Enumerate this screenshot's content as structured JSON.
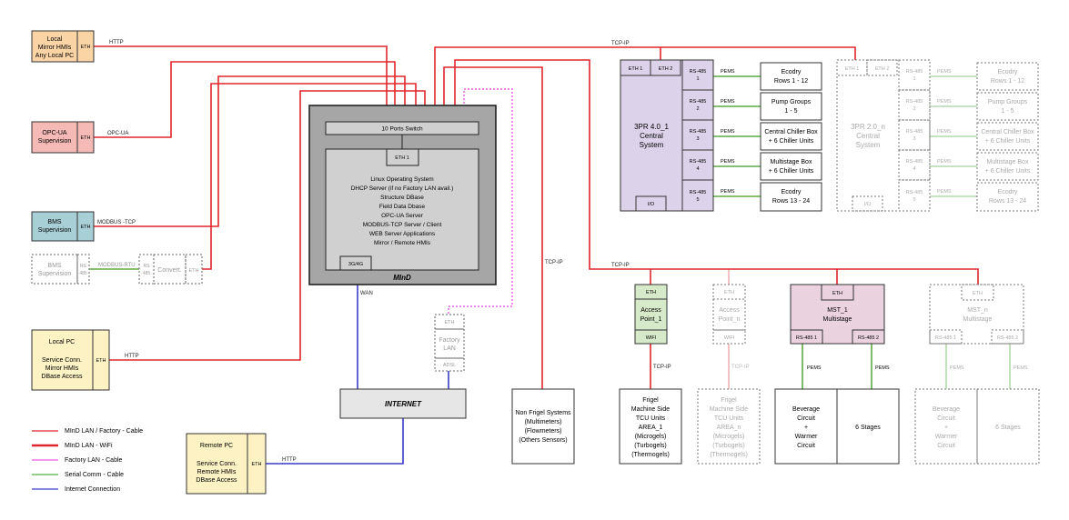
{
  "local_mirror": {
    "l1": "Local",
    "l2": "Mirror HMIs",
    "l3": "Any Local PC",
    "eth": "ETH",
    "link": "HTTP"
  },
  "opcua": {
    "l1": "OPC-UA",
    "l2": "Supervision",
    "eth": "ETH",
    "link": "OPC-UA"
  },
  "bms": {
    "l1": "BMS",
    "l2": "Supervision",
    "eth": "ETH",
    "link": "MODBUS -TCP"
  },
  "bms_rtu": {
    "l1": "BMS",
    "l2": "Supervision",
    "rs1": "RS",
    "rs2": "485",
    "link": "MODBUS-RTU",
    "conv_rs1": "RS",
    "conv_rs2": "485",
    "conv": "Convert.",
    "conv_eth": "ETH"
  },
  "local_pc": {
    "l1": "Local PC",
    "l2": "Service Conn.",
    "l3": "Mirror HMIs",
    "l4": "DBase Access",
    "eth": "ETH",
    "link": "HTTP"
  },
  "mind": {
    "switch": "10 Ports Switch",
    "eth": "ETH 1",
    "lines": [
      "Linux Operating System",
      "DHCP Server (if no Factory LAN avail.)",
      "Structure DBase",
      "Field Data Dbase",
      "OPC-UA Server",
      "MODBUS-TCP Server / Client",
      "WEB Server Applications",
      "Mirror / Remote HMIs"
    ],
    "port": "3G/4G",
    "name": "MInD",
    "wan": "WAN"
  },
  "internet": {
    "label": "INTERNET"
  },
  "factory_lan": {
    "eth": "ETH",
    "l1": "Factory",
    "l2": "LAN",
    "adsl": "ADSL"
  },
  "remote_pc": {
    "l1": "Remote PC",
    "l2": "Service Conn.",
    "l3": "Remote HMIs",
    "l4": "DBase Access",
    "eth": "ETH",
    "link": "HTTP"
  },
  "non_frigel": {
    "l1": "Non Frigel Systems",
    "l2": "(Multimeters)",
    "l3": "(Flowmeters)",
    "l4": "(Others Sensors)",
    "link": "TCP-IP"
  },
  "top_link": "TCP-IP",
  "mid_link": "TCP-IP",
  "cs1": {
    "eth1": "ETH 1",
    "eth2": "ETH 2",
    "l1": "3PR 4.0_1",
    "l2": "Central",
    "l3": "System",
    "io": "I/O",
    "ports": [
      {
        "a": "RS-485",
        "b": "1",
        "pems": "PEMS",
        "d1": "Ecodry",
        "d2": "Rows 1 - 12"
      },
      {
        "a": "RS-485",
        "b": "2",
        "pems": "PEMS",
        "d1": "Pump Groups",
        "d2": "1 - 5"
      },
      {
        "a": "RS-485",
        "b": "3",
        "pems": "PEMS",
        "d1": "Central Chiller Box",
        "d2": "+ 6 Chiller Units"
      },
      {
        "a": "RS-485",
        "b": "4",
        "pems": "PEMS",
        "d1": "Multistage Box",
        "d2": "+ 6 Chiller Units"
      },
      {
        "a": "RS-485",
        "b": "5",
        "pems": "PEMS",
        "d1": "Ecodry",
        "d2": "Rows 13 - 24"
      }
    ]
  },
  "cs2": {
    "eth1": "ETH 1",
    "eth2": "ETH 2",
    "l1": "3PR 2.0_n",
    "l2": "Central",
    "l3": "System",
    "io": "I/O",
    "ports": [
      {
        "a": "RS-485",
        "b": "1",
        "pems": "PEMS",
        "d1": "Ecodry",
        "d2": "Rows 1 - 12"
      },
      {
        "a": "RS-485",
        "b": "2",
        "pems": "PEMS",
        "d1": "Pump Groups",
        "d2": "1 - 5"
      },
      {
        "a": "RS-485",
        "b": "3",
        "pems": "PEMS",
        "d1": "Central Chiller Box",
        "d2": "+ 6 Chiller Units"
      },
      {
        "a": "RS-485",
        "b": "4",
        "pems": "PEMS",
        "d1": "Multistage Box",
        "d2": "+ 6 Chiller Units"
      },
      {
        "a": "RS-485",
        "b": "5",
        "pems": "PEMS",
        "d1": "Ecodry",
        "d2": "Rows 13 - 24"
      }
    ]
  },
  "ap1": {
    "eth": "ETH",
    "l1": "Access",
    "l2": "Point_1",
    "wifi": "WIFI",
    "link": "TCP-IP",
    "d": [
      "Frigel",
      "Machine Side",
      "TCU Units",
      "AREA_1",
      "(Microgels)",
      "(Turbogels)",
      "(Thermogels)"
    ]
  },
  "apn": {
    "eth": "ETH",
    "l1": "Access",
    "l2": "Point_n",
    "wifi": "WIFI",
    "link": "TCP-IP",
    "d": [
      "Frigel",
      "Machine Side",
      "TCU Units",
      "AREA_n",
      "(Microgels)",
      "(Turbogels)",
      "(Thermogels)"
    ]
  },
  "mst1": {
    "eth": "ETH",
    "l1": "MST_1",
    "l2": "Multistage",
    "rs1": "RS-485 1",
    "rs2": "RS-485 2",
    "pems1": "PEMS",
    "pems2": "PEMS",
    "b1": "Beverage",
    "b2": "Circuit",
    "b3": "+",
    "b4": "Warmer",
    "b5": "Circuit",
    "stages": "6 Stages"
  },
  "mstn": {
    "eth": "ETH",
    "l1": "MST_n",
    "l2": "Multistage",
    "rs1": "RS-485 1",
    "rs2": "RS-485 2",
    "pems1": "PEMS",
    "pems2": "PEMS",
    "b1": "Beverage",
    "b2": "Circuit",
    "b3": "+",
    "b4": "Warmer",
    "b5": "Circuit",
    "stages": "6 Stages"
  },
  "legend": [
    {
      "label": "MInD LAN / Factory - Cable",
      "color": "#e0262b"
    },
    {
      "label": "MInD LAN - WiFi",
      "color": "#e0262b"
    },
    {
      "label": "Factory LAN - Cable",
      "color": "#e25ee0"
    },
    {
      "label": "Serial Comm - Cable",
      "color": "#5aab46"
    },
    {
      "label": "Internet Connection",
      "color": "#3a3ac8"
    }
  ],
  "colors": {
    "red": "#e0262b",
    "orange_fill": "#fbd4a6",
    "orange_stroke": "#c8772c",
    "red_fill": "#f5b9b6",
    "blue_fill": "#a8cfd6",
    "yellow_fill": "#fdf2c4",
    "lavender": "#dcd3ea",
    "green_fill": "#d6e9c8",
    "pink_fill": "#ead3df",
    "mind_fill": "#a6a6a6"
  }
}
